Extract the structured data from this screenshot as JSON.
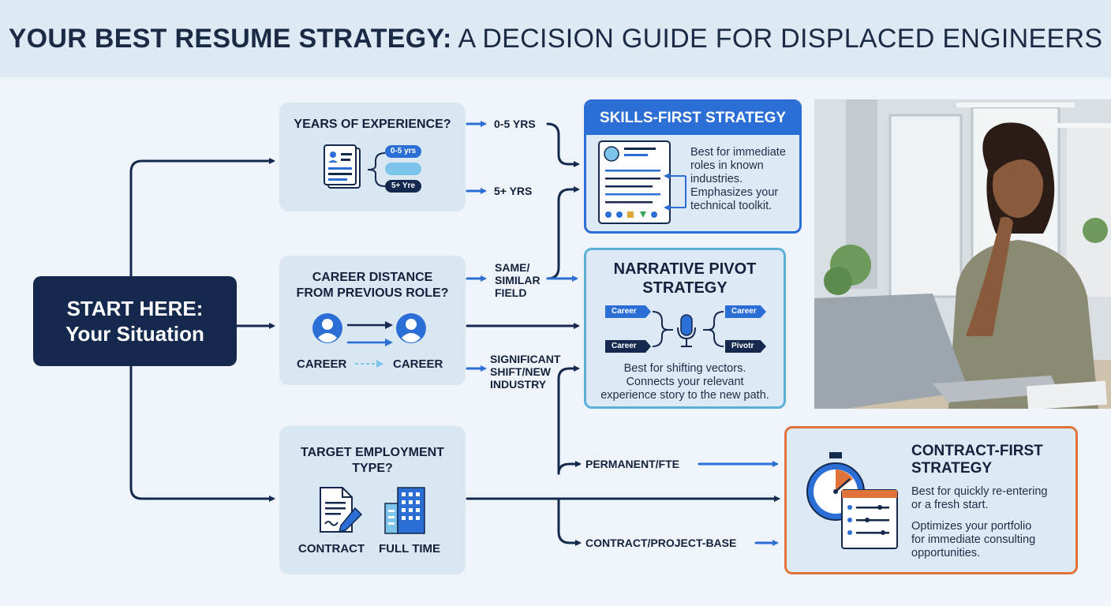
{
  "header": {
    "title_bold": "YOUR BEST RESUME STRATEGY:",
    "title_rest": "A DECISION GUIDE FOR DISPLACED ENGINEERS"
  },
  "start": {
    "line1": "START HERE:",
    "line2": "Your Situation"
  },
  "q_experience": {
    "title": "YEARS OF EXPERIENCE?",
    "pill_top": "0-5 yrs",
    "pill_bottom": "5+ Yre",
    "branch_a": "0-5 YRS",
    "branch_b": "5+ YRS"
  },
  "q_distance": {
    "title_line1": "CAREER DISTANCE",
    "title_line2": "FROM PREVIOUS ROLE?",
    "left_label": "CAREER",
    "right_label": "CAREER",
    "branch_a_line1": "SAME/",
    "branch_a_line2": "SIMILAR",
    "branch_a_line3": "FIELD",
    "branch_b_line1": "SIGNIFICANT",
    "branch_b_line2": "SHIFT/NEW",
    "branch_b_line3": "INDUSTRY"
  },
  "q_employment": {
    "title_line1": "TARGET EMPLOYMENT",
    "title_line2": "TYPE?",
    "left_label": "CONTRACT",
    "right_label": "FULL TIME",
    "branch_a": "PERMANENT/FTE",
    "branch_b": "CONTRACT/PROJECT-BASE"
  },
  "skills_first": {
    "title": "SKILLS-FIRST STRATEGY",
    "body_1": "Best for immediate",
    "body_2": "roles in known",
    "body_3": "industries.",
    "body_4": "Emphasizes your",
    "body_5": "technical toolkit."
  },
  "narrative": {
    "title_line1": "NARRATIVE PIVOT",
    "title_line2": "STRATEGY",
    "tag_1": "Career",
    "tag_2": "Career",
    "tag_3": "Career",
    "tag_4": "Pivotr",
    "body_1": "Best for shifting vectors.",
    "body_2": "Connects your relevant",
    "body_3": "experience story to the new path."
  },
  "contract_first": {
    "title_line1": "CONTRACT-FIRST",
    "title_line2": "STRATEGY",
    "body_1": "Best for quickly re-entering",
    "body_2": "or a fresh start.",
    "body_3": "Optimizes your portfolio",
    "body_4": "for immediate consulting",
    "body_5": "opportunities."
  },
  "colors": {
    "navy": "#14294d",
    "blue": "#2b6fd6",
    "teal": "#5ab0d6",
    "orange": "#e0733a"
  },
  "icons": [
    "resume-icon",
    "person-icon",
    "contract-icon",
    "building-icon",
    "microphone-icon",
    "stopwatch-icon",
    "checklist-icon"
  ]
}
